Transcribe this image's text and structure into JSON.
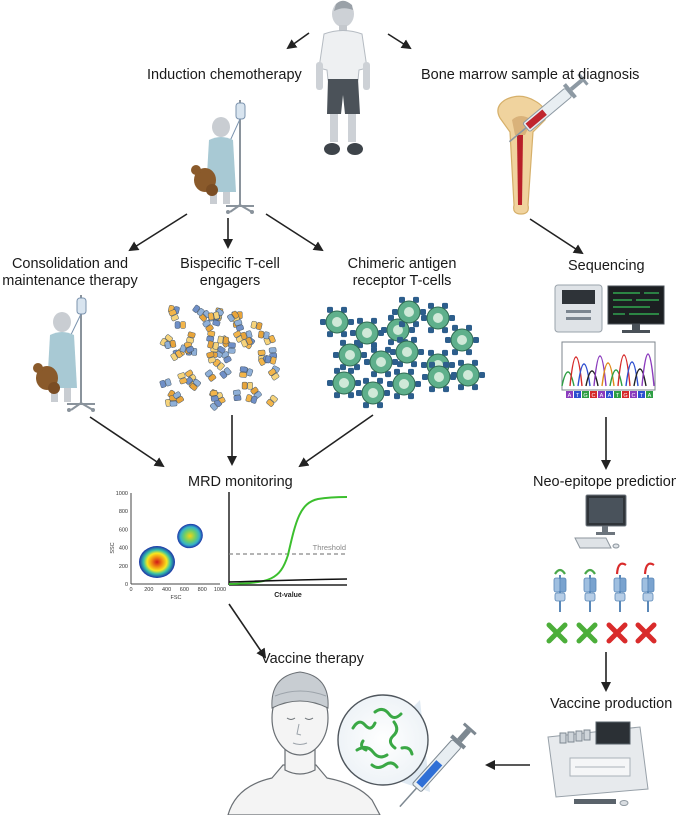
{
  "labels": {
    "induction": "Induction chemotherapy",
    "bone_marrow": "Bone marrow sample at diagnosis",
    "consolidation_line1": "Consolidation and",
    "consolidation_line2": "maintenance therapy",
    "bispecific_line1": "Bispecific T-cell",
    "bispecific_line2": "engagers",
    "car_line1": "Chimeric antigen",
    "car_line2": "receptor T-cells",
    "sequencing": "Sequencing",
    "mrd": "MRD monitoring",
    "neo_epitope": "Neo-epitope prediction",
    "vaccine_therapy": "Vaccine therapy",
    "vaccine_production": "Vaccine production"
  },
  "flow_plot": {
    "xlabel": "FSC",
    "ylabel": "SSC",
    "x_ticks": [
      "0",
      "200",
      "400",
      "600",
      "800",
      "1000"
    ],
    "y_ticks": [
      "0",
      "200",
      "400",
      "600",
      "800",
      "1000"
    ]
  },
  "pcr_plot": {
    "xlabel": "Ct-value",
    "threshold_label": "Threshold",
    "colors": {
      "amplification": "#3cbf2e",
      "baseline": "#111111",
      "threshold": "#888888"
    }
  },
  "sequence_letters": [
    "A",
    "T",
    "G",
    "C",
    "A",
    "A",
    "T",
    "G",
    "C",
    "T",
    "A"
  ],
  "epitope_results": [
    "check",
    "check",
    "cross",
    "cross"
  ],
  "colors": {
    "arrow": "#222222",
    "check": "#4cae3a",
    "cross": "#d92b2b",
    "patient_gown": "#a8c9d4",
    "tcell": "#5fb08c"
  }
}
